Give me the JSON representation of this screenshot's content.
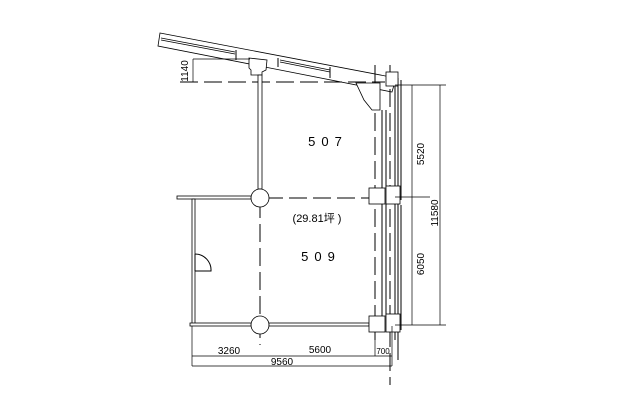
{
  "rooms": {
    "upper": "507",
    "lower": "509",
    "area": "(29.81坪 )"
  },
  "dimensions": {
    "top_offset": "1140",
    "right_upper": "5520",
    "right_lower": "6050",
    "right_total": "11580",
    "bottom_left": "3260",
    "bottom_middle": "5600",
    "bottom_right": "700",
    "bottom_total": "9560"
  }
}
